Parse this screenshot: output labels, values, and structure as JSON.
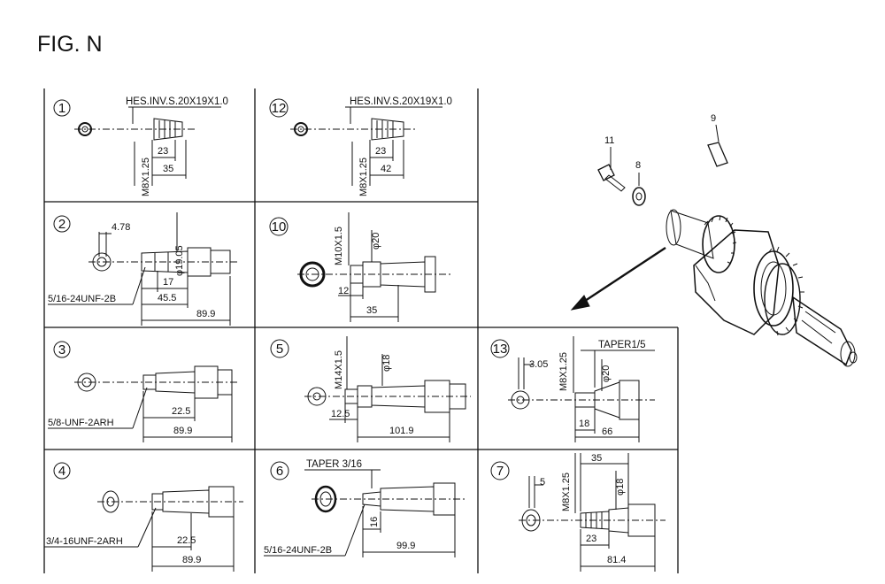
{
  "title": "FIG. N",
  "exploded_view": {
    "parts": [
      "11",
      "8",
      "9"
    ]
  },
  "panels": {
    "p1": {
      "num": "1",
      "spec": "HES.INV.S.20X19X1.0",
      "thread": "M8X1.25",
      "dims": [
        "23",
        "35"
      ]
    },
    "p12": {
      "num": "12",
      "spec": "HES.INV.S.20X19X1.0",
      "thread": "M8X1.25",
      "dims": [
        "23",
        "42"
      ]
    },
    "p2": {
      "num": "2",
      "dia": "φ19.05",
      "w": "4.78",
      "dims": [
        "17",
        "45.5",
        "89.9"
      ],
      "thread": "5/16-24UNF-2B"
    },
    "p10": {
      "num": "10",
      "thread": "M10X1.5",
      "dia": "φ20",
      "dims": [
        "12",
        "35"
      ]
    },
    "p3": {
      "num": "3",
      "thread": "5/8-UNF-2ARH",
      "dims": [
        "22.5",
        "89.9"
      ]
    },
    "p5": {
      "num": "5",
      "thread": "M14X1.5",
      "dia": "φ18",
      "dims": [
        "12.5",
        "101.9"
      ]
    },
    "p13": {
      "num": "13",
      "w": "3.05",
      "thread": "M8X1.25",
      "taper": "TAPER1/5",
      "dia": "φ20",
      "dims": [
        "18",
        "66"
      ]
    },
    "p4": {
      "num": "4",
      "thread": "3/4-16UNF-2ARH",
      "dims": [
        "22.5",
        "89.9"
      ]
    },
    "p6": {
      "num": "6",
      "taper": "TAPER 3/16",
      "thread": "5/16-24UNF-2B",
      "dims": [
        "16",
        "99.9"
      ]
    },
    "p7": {
      "num": "7",
      "w": "5",
      "thread": "M8X1.25",
      "dia": "φ18",
      "dims": [
        "35",
        "23",
        "81.4"
      ]
    }
  }
}
